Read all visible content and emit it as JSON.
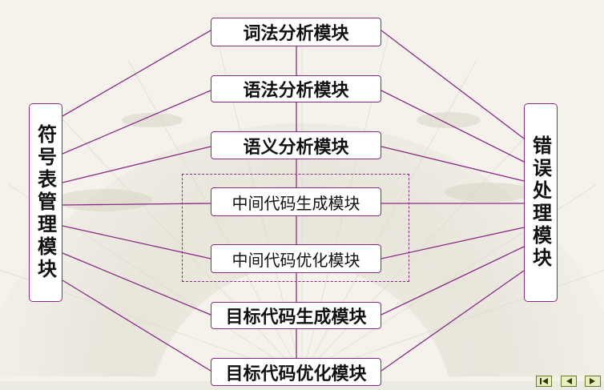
{
  "nodes": {
    "lexical": "词法分析模块",
    "syntax": "语法分析模块",
    "semantic": "语义分析模块",
    "ir_gen": "中间代码生成模块",
    "ir_opt": "中间代码优化模块",
    "target_gen": "目标代码生成模块",
    "target_opt": "目标代码优化模块",
    "symbol_table": "符号表管理模块",
    "error_handler": "错误处理模块"
  },
  "navigation": {
    "icons": [
      "first-slide-icon",
      "previous-slide-icon",
      "next-slide-icon"
    ]
  },
  "colors": {
    "line": "#8b2a86",
    "box_fill": "#ffffff",
    "nav_fill": "#e9efbf",
    "nav_glyph": "#2f3a10"
  }
}
